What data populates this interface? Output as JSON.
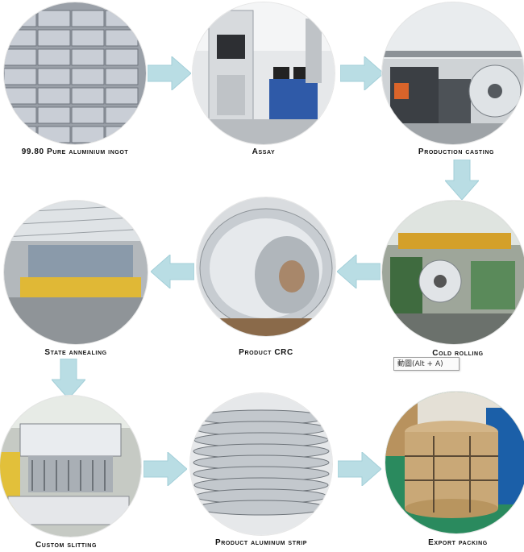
{
  "steps": [
    {
      "label": "99.80 Pure aluminium ingot"
    },
    {
      "label": "Assay"
    },
    {
      "label": "Production casting"
    },
    {
      "label": "Cold rolling"
    },
    {
      "label": "Product CRC"
    },
    {
      "label": "State annealing"
    },
    {
      "label": "Custom slitting"
    },
    {
      "label": "Product aluminum strip"
    },
    {
      "label": "Export packing"
    }
  ],
  "tooltip": {
    "text": "動圖(Alt + A)"
  },
  "colors": {
    "arrow": "#b9dde4",
    "arrow_edge": "#a3cfd8"
  }
}
